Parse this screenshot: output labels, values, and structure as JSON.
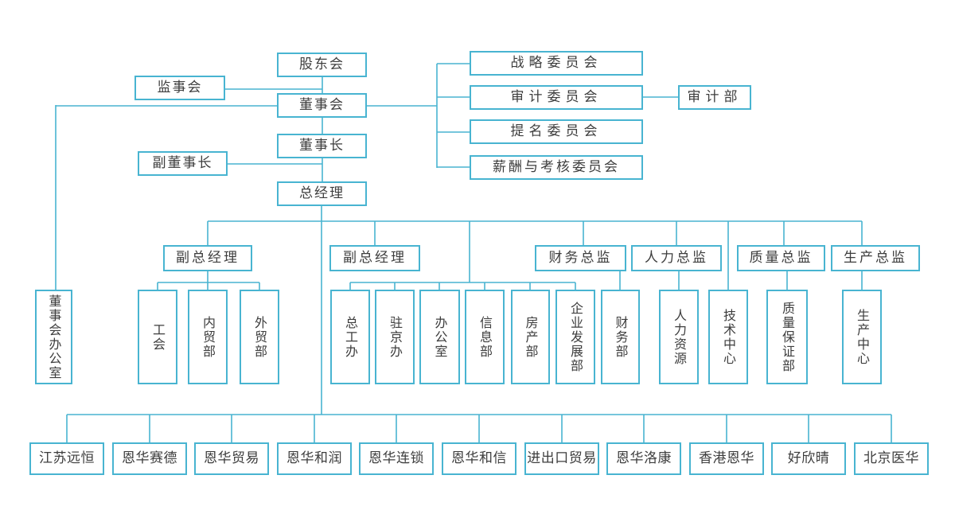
{
  "colors": {
    "accent": "#48b4d1",
    "text": "#3d3d3d",
    "background": "#ffffff"
  },
  "org_chart": {
    "governance": {
      "shareholders_meeting": "股东会",
      "supervisory_board": "监事会",
      "board_of_directors": "董事会",
      "chairman": "董事长",
      "vice_chairman": "副董事长",
      "general_manager": "总经理",
      "board_office": "董事会办公室"
    },
    "committees": [
      "战略委员会",
      "审计委员会",
      "提名委员会",
      "薪酬与考核委员会"
    ],
    "audit_department": "审计部",
    "executives": [
      "副总经理",
      "副总经理",
      "财务总监",
      "人力总监",
      "质量总监",
      "生产总监"
    ],
    "departments": [
      "工会",
      "内贸部",
      "外贸部",
      "总工办",
      "驻京办",
      "办公室",
      "信息部",
      "房产部",
      "企业发展部",
      "财务部",
      "人力资源",
      "技术中心",
      "质量保证部",
      "生产中心"
    ],
    "subsidiaries": [
      "江苏远恒",
      "恩华赛德",
      "恩华贸易",
      "恩华和润",
      "恩华连锁",
      "恩华和信",
      "进出口贸易",
      "恩华洛康",
      "香港恩华",
      "好欣晴",
      "北京医华"
    ]
  }
}
